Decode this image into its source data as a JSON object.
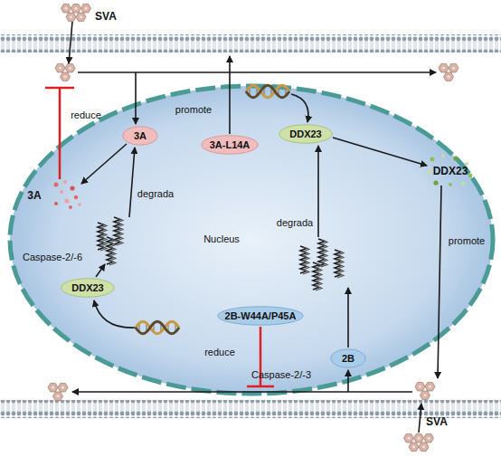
{
  "diagram": {
    "nodes": [
      {
        "text": [
          "Nucleus"
        ]
      },
      {
        "text": [
          "3A"
        ],
        "in": 0
      },
      {
        "text": [
          "3A-L14A"
        ],
        "in": 0
      },
      {
        "text": [
          "DDX23"
        ],
        "in": 0
      },
      {
        "text": [
          "DDX23"
        ],
        "in": 0
      },
      {
        "text": [
          "2B-W44A/P45A"
        ],
        "in": 0
      },
      {
        "text": [
          "2B"
        ],
        "in": 0
      }
    ],
    "labels": [
      "SVA",
      "reduce",
      "promote",
      "3A",
      "degrada",
      "DDX23",
      "degrada",
      "promote",
      "Caspase-2/-6",
      "reduce",
      "Caspase-2/-3",
      "SVA"
    ]
  }
}
